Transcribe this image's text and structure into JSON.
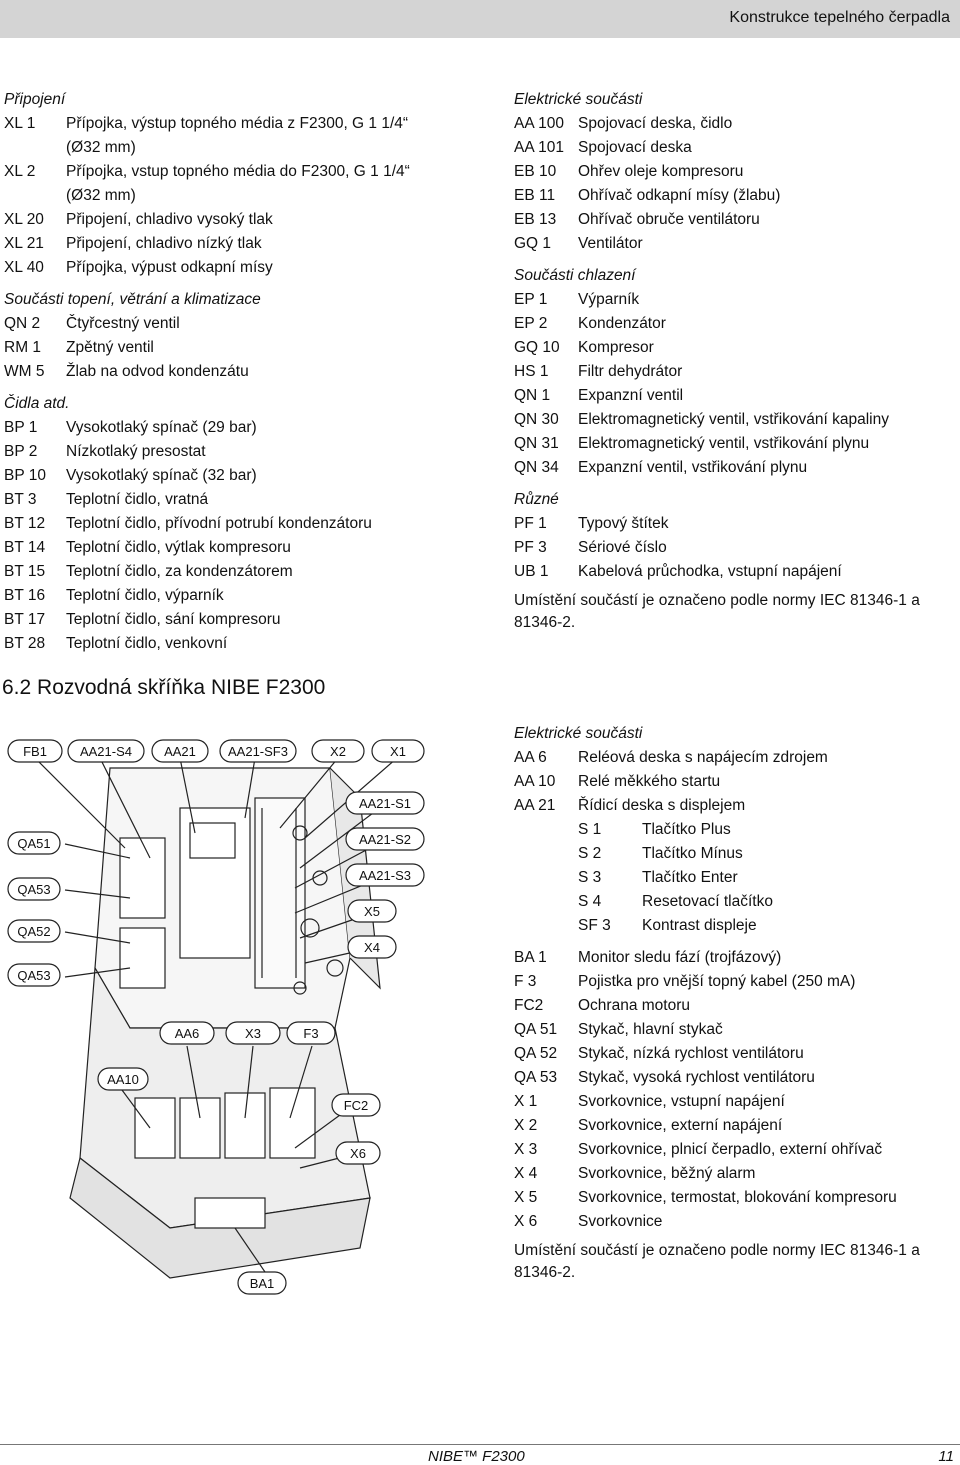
{
  "header": {
    "title": "Konstrukce tepelného čerpadla"
  },
  "left_sections": [
    {
      "title": "Připojení",
      "items": [
        {
          "code": "XL 1",
          "desc": "Přípojka, výstup topného média z F2300, G 1 1/4“ (Ø32 mm)"
        },
        {
          "code": "XL 2",
          "desc": "Přípojka, vstup topného média do F2300, G 1 1/4“ (Ø32 mm)"
        },
        {
          "code": "XL 20",
          "desc": "Připojení, chladivo vysoký tlak"
        },
        {
          "code": "XL 21",
          "desc": "Připojení, chladivo nízký tlak"
        },
        {
          "code": "XL 40",
          "desc": "Přípojka, výpust odkapní mísy"
        }
      ]
    },
    {
      "title": "Součásti topení, větrání a klimatizace",
      "items": [
        {
          "code": "QN 2",
          "desc": "Čtyřcestný ventil"
        },
        {
          "code": "RM 1",
          "desc": "Zpětný ventil"
        },
        {
          "code": "WM 5",
          "desc": "Žlab na odvod kondenzátu"
        }
      ]
    },
    {
      "title": "Čidla atd.",
      "items": [
        {
          "code": "BP 1",
          "desc": "Vysokotlaký spínač (29 bar)"
        },
        {
          "code": "BP 2",
          "desc": "Nízkotlaký presostat"
        },
        {
          "code": "BP 10",
          "desc": "Vysokotlaký spínač (32 bar)"
        },
        {
          "code": "BT 3",
          "desc": "Teplotní čidlo, vratná"
        },
        {
          "code": "BT 12",
          "desc": "Teplotní čidlo, přívodní potrubí kondenzátoru"
        },
        {
          "code": "BT 14",
          "desc": "Teplotní čidlo, výtlak kompresoru"
        },
        {
          "code": "BT 15",
          "desc": "Teplotní čidlo, za kondenzátorem"
        },
        {
          "code": "BT 16",
          "desc": "Teplotní čidlo, výparník"
        },
        {
          "code": "BT 17",
          "desc": "Teplotní čidlo, sání kompresoru"
        },
        {
          "code": "BT 28",
          "desc": "Teplotní čidlo, venkovní"
        }
      ]
    }
  ],
  "right_top_sections": [
    {
      "title": "Elektrické součásti",
      "items": [
        {
          "code": "AA 100",
          "desc": "Spojovací deska, čidlo"
        },
        {
          "code": "AA 101",
          "desc": "Spojovací deska"
        },
        {
          "code": "EB 10",
          "desc": "Ohřev oleje kompresoru"
        },
        {
          "code": "EB 11",
          "desc": "Ohřívač odkapní mísy (žlabu)"
        },
        {
          "code": "EB 13",
          "desc": "Ohřívač obruče ventilátoru"
        },
        {
          "code": "GQ 1",
          "desc": "Ventilátor"
        }
      ]
    },
    {
      "title": "Součásti chlazení",
      "items": [
        {
          "code": "EP 1",
          "desc": "Výparník"
        },
        {
          "code": "EP 2",
          "desc": "Kondenzátor"
        },
        {
          "code": "GQ 10",
          "desc": "Kompresor"
        },
        {
          "code": "HS 1",
          "desc": "Filtr dehydrátor"
        },
        {
          "code": "QN 1",
          "desc": "Expanzní ventil"
        },
        {
          "code": "QN 30",
          "desc": "Elektromagnetický ventil, vstřikování kapaliny"
        },
        {
          "code": "QN 31",
          "desc": "Elektromagnetický ventil, vstřikování plynu"
        },
        {
          "code": "QN 34",
          "desc": "Expanzní ventil, vstřikování plynu"
        }
      ]
    },
    {
      "title": "Různé",
      "items": [
        {
          "code": "PF 1",
          "desc": "Typový štítek"
        },
        {
          "code": "PF 3",
          "desc": "Sériové číslo"
        },
        {
          "code": "UB 1",
          "desc": "Kabelová průchodka, vstupní napájení"
        }
      ]
    }
  ],
  "note_top": "Umístění součástí je označeno podle normy IEC 81346-1 a 81346-2.",
  "subheading": "6.2 Rozvodná skříňka NIBE F2300",
  "right_bottom": {
    "title": "Elektrické součásti",
    "items_a": [
      {
        "code": "AA 6",
        "desc": "Reléová deska s napájecím zdrojem"
      },
      {
        "code": "AA 10",
        "desc": "Relé měkkého startu"
      },
      {
        "code": "AA 21",
        "desc": "Řídicí deska s displejem"
      }
    ],
    "sub_items": [
      {
        "code": "S 1",
        "desc": "Tlačítko Plus"
      },
      {
        "code": "S 2",
        "desc": "Tlačítko Mínus"
      },
      {
        "code": "S 3",
        "desc": "Tlačítko Enter"
      },
      {
        "code": "S 4",
        "desc": "Resetovací tlačítko"
      },
      {
        "code": "SF 3",
        "desc": "Kontrast displeje"
      }
    ],
    "items_b": [
      {
        "code": "BA 1",
        "desc": "Monitor sledu fází (trojfázový)"
      },
      {
        "code": "F 3",
        "desc": "Pojistka pro vnější topný kabel (250 mA)"
      },
      {
        "code": "FC2",
        "desc": "Ochrana motoru"
      },
      {
        "code": "QA 51",
        "desc": "Stykač, hlavní stykač"
      },
      {
        "code": "QA 52",
        "desc": "Stykač, nízká rychlost ventilátoru"
      },
      {
        "code": "QA 53",
        "desc": "Stykač, vysoká rychlost ventilátoru"
      },
      {
        "code": "X 1",
        "desc": "Svorkovnice, vstupní napájení"
      },
      {
        "code": "X 2",
        "desc": "Svorkovnice, externí napájení"
      },
      {
        "code": "X 3",
        "desc": "Svorkovnice, plnicí čerpadlo, externí ohřívač"
      },
      {
        "code": "X 4",
        "desc": "Svorkovnice, běžný alarm"
      },
      {
        "code": "X 5",
        "desc": "Svorkovnice, termostat, blokování kompresoru"
      },
      {
        "code": "X 6",
        "desc": "Svorkovnice"
      }
    ]
  },
  "note_bottom": "Umístění součástí je označeno podle normy IEC 81346-1 a 81346-2.",
  "figure_callouts": [
    "FB1",
    "AA21-S4",
    "AA21",
    "AA21-SF3",
    "X2",
    "X1",
    "AA21-S1",
    "AA21-S2",
    "AA21-S3",
    "X5",
    "X4",
    "QA51",
    "QA53",
    "QA52",
    "QA53",
    "AA6",
    "X3",
    "F3",
    "AA10",
    "FC2",
    "X6",
    "BA1"
  ],
  "footer": {
    "product": "NIBE™ F2300",
    "page": "11"
  }
}
